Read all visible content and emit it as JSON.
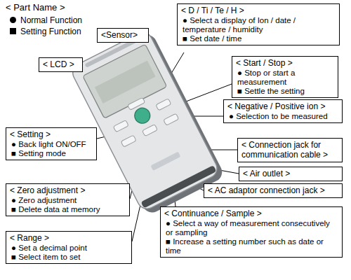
{
  "diagram": {
    "title": "< Part Name >",
    "nodes": [
      {
        "text": [
          "<Sensor>"
        ]
      },
      {
        "text": [
          "< LCD >"
        ]
      },
      {
        "text": [
          "< D / Ti / Te / H >",
          "● Select a display of Ion / date / temperature / humidity",
          "■ Set date / time"
        ]
      },
      {
        "text": [
          "< Start / Stop >",
          "● Stop or start a measurement",
          "■ Settle the setting"
        ]
      },
      {
        "text": [
          "< Negative / Positive ion >",
          "● Selection to be measured"
        ]
      },
      {
        "text": [
          "< Connection jack for communication cable >"
        ]
      },
      {
        "text": [
          "< Air outlet >"
        ]
      },
      {
        "text": [
          "< AC adaptor connection jack >"
        ]
      },
      {
        "text": [
          "< Setting >",
          "● Back light ON/OFF",
          "■ Setting mode"
        ]
      },
      {
        "text": [
          "< Zero adjustment >",
          "● Zero adjustment",
          "■ Delete data at memory"
        ]
      },
      {
        "text": [
          "< Range >",
          "● Set a decimal point",
          "■ Select item to set"
        ]
      },
      {
        "text": [
          "< Continuance / Sample >",
          "● Select a way of measurement consecutively or sampling",
          "■ Increase a setting number such as date or time"
        ]
      }
    ],
    "legend": [
      {
        "text": "Normal Function"
      },
      {
        "text": "Setting Function"
      }
    ]
  }
}
